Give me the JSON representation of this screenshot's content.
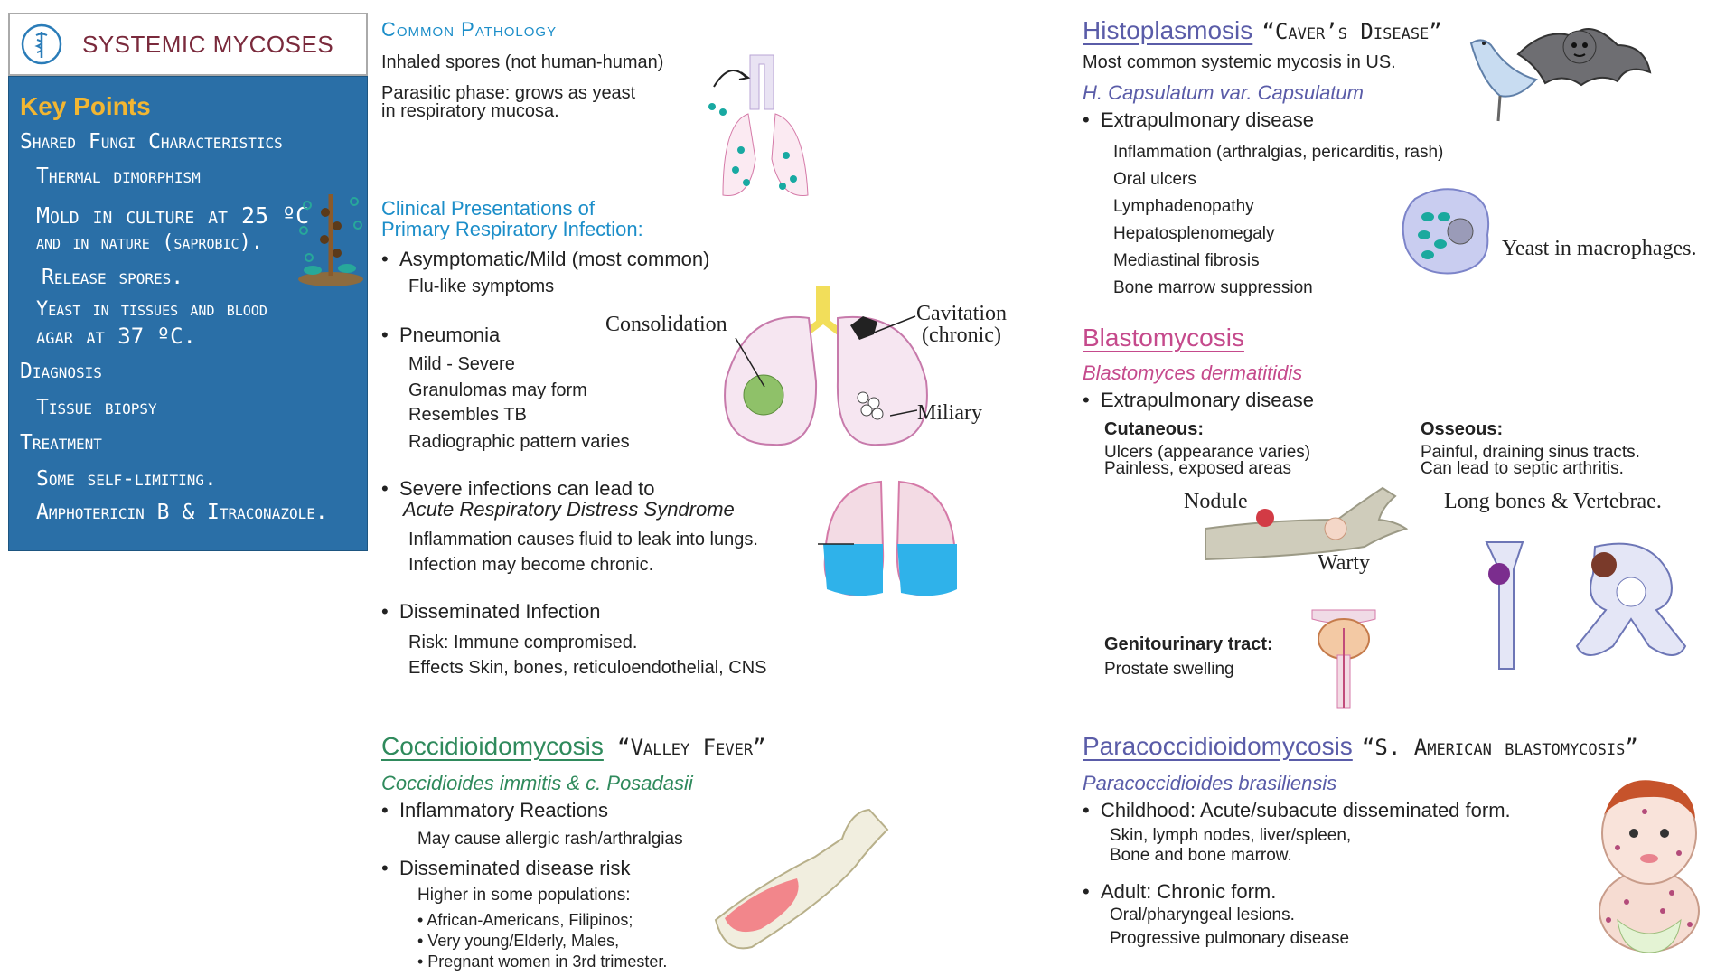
{
  "key_points": {
    "title": "SYSTEMIC MYCOSES",
    "heading": "Key Points",
    "items": [
      "Shared Fungi Characteristics",
      "Thermal dimorphism",
      "Mold in culture at 25 ºC",
      "and in nature (saprobic).",
      "Release spores.",
      "Yeast in tissues and blood",
      "agar at 37 ºC.",
      "Diagnosis",
      "Tissue biopsy",
      "Treatment",
      "Some self-limiting.",
      "Amphotericin B & Itraconazole."
    ]
  },
  "common_pathology": {
    "heading": "Common Pathology",
    "lines": [
      "Inhaled spores (not human-human)",
      "Parasitic phase: grows as yeast",
      "in respiratory mucosa."
    ]
  },
  "clinical": {
    "heading_line1": "Clinical Presentations of",
    "heading_line2": "Primary Respiratory Infection:",
    "asymptomatic": "Asymptomatic/Mild (most common)",
    "flu": "Flu-like symptoms",
    "pneumonia": "Pneumonia",
    "pneumonia_items": [
      "Mild - Severe",
      "Granulomas may form",
      "Resembles TB",
      "Radiographic pattern varies"
    ],
    "labels": {
      "consolidation": "Consolidation",
      "cavitation": "Cavitation",
      "chronic": "(chronic)",
      "miliary": "Miliary"
    },
    "severe_line1": "Severe infections can lead to",
    "severe_line2": "Acute Respiratory Distress Syndrome",
    "severe_items": [
      "Inflammation causes fluid to leak into lungs.",
      "Infection may become chronic."
    ],
    "disseminated": "Disseminated Infection",
    "disseminated_items": [
      "Risk: Immune compromised.",
      "Effects Skin, bones, reticuloendothelial, CNS"
    ]
  },
  "cocci": {
    "name": "Coccidioidomycosis",
    "nickname": "“Valley Fever”",
    "species": "Coccidioides immitis & c. Posadasii",
    "b1": "Inflammatory Reactions",
    "b1_sub": "May cause allergic rash/arthralgias",
    "b2": "Disseminated disease risk",
    "b2_sub": "Higher in some populations:",
    "pops": [
      "• African-Americans, Filipinos;",
      "• Very young/Elderly, Males,",
      "• Pregnant women in 3rd trimester."
    ]
  },
  "histo": {
    "name": "Histoplasmosis",
    "nickname": "“Caver’s Disease”",
    "line": "Most common systemic mycosis in US.",
    "species": "H. Capsulatum var. Capsulatum",
    "b1": "Extrapulmonary disease",
    "items": [
      "Inflammation (arthralgias, pericarditis, rash)",
      "Oral ulcers",
      "Lymphadenopathy",
      "Hepatosplenomegaly",
      "Mediastinal fibrosis",
      "Bone marrow suppression"
    ],
    "yeast_label": "Yeast in macrophages."
  },
  "blasto": {
    "name": "Blastomycosis",
    "species": "Blastomyces dermatitidis",
    "b1": "Extrapulmonary disease",
    "cutaneous": "Cutaneous:",
    "cutaneous_items": [
      "Ulcers (appearance varies)",
      "Painless, exposed areas"
    ],
    "osseous": "Osseous:",
    "osseous_items": [
      "Painful, draining sinus tracts.",
      "Can lead to septic arthritis."
    ],
    "nodule": "Nodule",
    "warty": "Warty",
    "bones_label": "Long bones & Vertebrae.",
    "gu": "Genitourinary tract:",
    "gu_item": "Prostate swelling"
  },
  "para": {
    "name": "Paracoccidioidomycosis",
    "nickname": "“S. American blastomycosis”",
    "species": "Paracoccidioides brasiliensis",
    "child": "Childhood: Acute/subacute disseminated form.",
    "child_items": [
      "Skin, lymph nodes, liver/spleen,",
      "Bone and bone marrow."
    ],
    "adult": "Adult: Chronic form.",
    "adult_items": [
      "Oral/pharyngeal lesions.",
      "Progressive pulmonary disease"
    ]
  },
  "colors": {
    "panel": "#2a6fa7",
    "heading_gold": "#f2b632",
    "title_maroon": "#7a2a3c",
    "blue": "#1c8ec9",
    "green": "#2f8a5c",
    "purple": "#5a5ca8",
    "pink": "#c54a8c"
  }
}
